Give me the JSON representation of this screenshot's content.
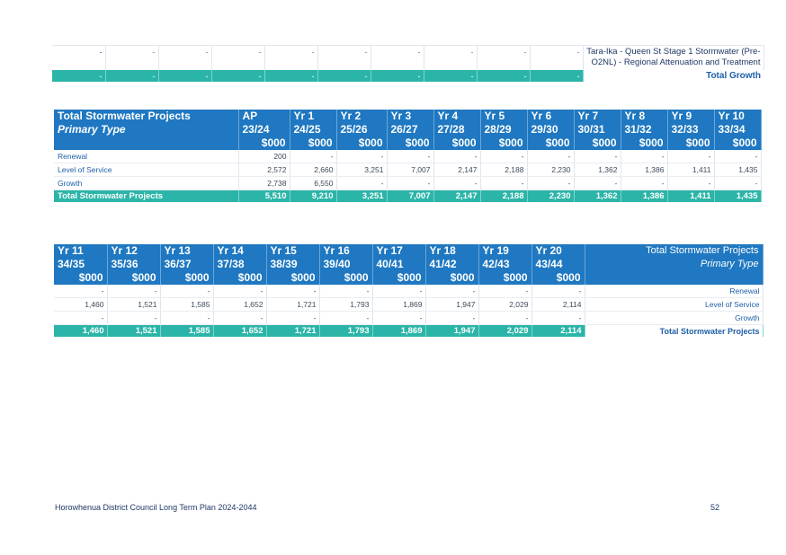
{
  "top_table": {
    "description": "Tara-Ika - Queen St Stage 1 Stormwater (Pre-O2NL) - Regional Attenuation and Treatment",
    "description_values": [
      "-",
      "-",
      "-",
      "-",
      "-",
      "-",
      "-",
      "-",
      "-",
      "-"
    ],
    "total_label": "Total Growth",
    "total_values": [
      "-",
      "-",
      "-",
      "-",
      "-",
      "-",
      "-",
      "-",
      "-",
      "-"
    ]
  },
  "table_1": {
    "title": "Total Stormwater Projects",
    "subtitle": "Primary Type",
    "columns": [
      {
        "yr": "AP",
        "period": "23/24",
        "unit": "$000"
      },
      {
        "yr": "Yr 1",
        "period": "24/25",
        "unit": "$000"
      },
      {
        "yr": "Yr 2",
        "period": "25/26",
        "unit": "$000"
      },
      {
        "yr": "Yr 3",
        "period": "26/27",
        "unit": "$000"
      },
      {
        "yr": "Yr 4",
        "period": "27/28",
        "unit": "$000"
      },
      {
        "yr": "Yr 5",
        "period": "28/29",
        "unit": "$000"
      },
      {
        "yr": "Yr 6",
        "period": "29/30",
        "unit": "$000"
      },
      {
        "yr": "Yr 7",
        "period": "30/31",
        "unit": "$000"
      },
      {
        "yr": "Yr 8",
        "period": "31/32",
        "unit": "$000"
      },
      {
        "yr": "Yr 9",
        "period": "32/33",
        "unit": "$000"
      },
      {
        "yr": "Yr 10",
        "period": "33/34",
        "unit": "$000"
      }
    ],
    "rows": [
      {
        "name": "Renewal",
        "values": [
          "200",
          "-",
          "-",
          "-",
          "-",
          "-",
          "-",
          "-",
          "-",
          "-",
          "-"
        ]
      },
      {
        "name": "Level of Service",
        "values": [
          "2,572",
          "2,660",
          "3,251",
          "7,007",
          "2,147",
          "2,188",
          "2,230",
          "1,362",
          "1,386",
          "1,411",
          "1,435"
        ]
      },
      {
        "name": "Growth",
        "values": [
          "2,738",
          "6,550",
          "-",
          "-",
          "-",
          "-",
          "-",
          "-",
          "-",
          "-",
          "-"
        ]
      }
    ],
    "total": {
      "name": "Total Stormwater Projects",
      "values": [
        "5,510",
        "9,210",
        "3,251",
        "7,007",
        "2,147",
        "2,188",
        "2,230",
        "1,362",
        "1,386",
        "1,411",
        "1,435"
      ]
    }
  },
  "table_2": {
    "title": "Total Stormwater Projects",
    "subtitle": "Primary Type",
    "columns": [
      {
        "yr": "Yr 11",
        "period": "34/35",
        "unit": "$000"
      },
      {
        "yr": "Yr 12",
        "period": "35/36",
        "unit": "$000"
      },
      {
        "yr": "Yr 13",
        "period": "36/37",
        "unit": "$000"
      },
      {
        "yr": "Yr 14",
        "period": "37/38",
        "unit": "$000"
      },
      {
        "yr": "Yr 15",
        "period": "38/39",
        "unit": "$000"
      },
      {
        "yr": "Yr 16",
        "period": "39/40",
        "unit": "$000"
      },
      {
        "yr": "Yr 17",
        "period": "40/41",
        "unit": "$000"
      },
      {
        "yr": "Yr 18",
        "period": "41/42",
        "unit": "$000"
      },
      {
        "yr": "Yr 19",
        "period": "42/43",
        "unit": "$000"
      },
      {
        "yr": "Yr 20",
        "period": "43/44",
        "unit": "$000"
      }
    ],
    "rows": [
      {
        "name": "Renewal",
        "values": [
          "-",
          "-",
          "-",
          "-",
          "-",
          "-",
          "-",
          "-",
          "-",
          "-"
        ]
      },
      {
        "name": "Level of Service",
        "values": [
          "1,460",
          "1,521",
          "1,585",
          "1,652",
          "1,721",
          "1,793",
          "1,869",
          "1,947",
          "2,029",
          "2,114"
        ]
      },
      {
        "name": "Growth",
        "values": [
          "-",
          "-",
          "-",
          "-",
          "-",
          "-",
          "-",
          "-",
          "-",
          "-"
        ]
      }
    ],
    "total": {
      "name": "Total Stormwater Projects",
      "values": [
        "1,460",
        "1,521",
        "1,585",
        "1,652",
        "1,721",
        "1,793",
        "1,869",
        "1,947",
        "2,029",
        "2,114"
      ]
    }
  },
  "footer": {
    "left": "Horowhenua District Council Long Term Plan 2024-2044",
    "page_number": "52"
  },
  "colors": {
    "header_blue": "#1f78c1",
    "total_teal": "#2bb5a8",
    "text_navy": "#1f3864"
  }
}
